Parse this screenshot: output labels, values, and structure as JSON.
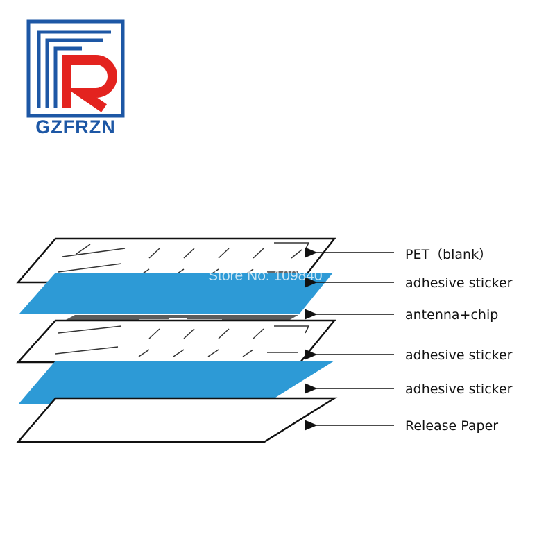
{
  "logo": {
    "text": "GZFRZN",
    "color": "#1d57a5",
    "accent_color": "#e3231f"
  },
  "watermark": "Store No: 109840",
  "layers": [
    {
      "label": "PET（blank）",
      "fill": "#ffffff"
    },
    {
      "label": "adhesive sticker",
      "fill": "#2d9ad6"
    },
    {
      "label": "antenna+chip",
      "fill": "#5c5c5c"
    },
    {
      "label": "adhesive sticker",
      "fill": "#ffffff"
    },
    {
      "label": "adhesive sticker",
      "fill": "#2d9ad6"
    },
    {
      "label": "Release Paper",
      "fill": "#ffffff"
    }
  ]
}
